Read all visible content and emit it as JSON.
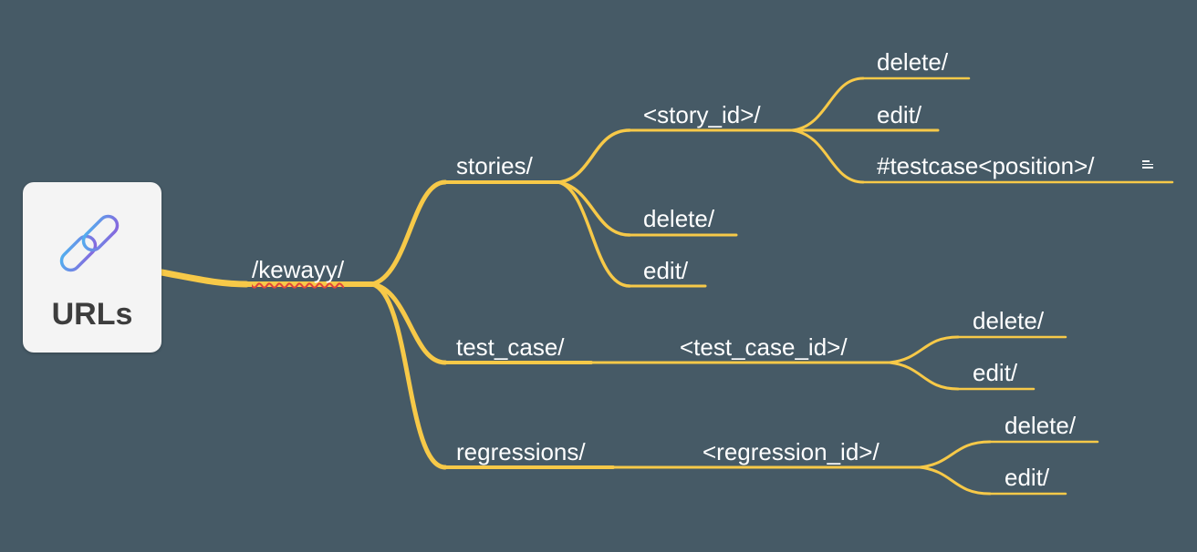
{
  "colors": {
    "background": "#465a66",
    "branch": "#f7c948",
    "root_card": "#f4f4f4",
    "root_text": "#3d3d3d",
    "node_text": "#ffffff",
    "spell_underline": "#e0443c"
  },
  "root": {
    "label": "URLs",
    "icon": "link-icon"
  },
  "nodes": {
    "keway": "/kewayy/",
    "stories": "stories/",
    "story_id": "<story_id>/",
    "story_id_delete": "delete/",
    "story_id_edit": "edit/",
    "story_id_testcase": "#testcase<position>/",
    "stories_delete": "delete/",
    "stories_edit": "edit/",
    "test_case": "test_case/",
    "test_case_id": "<test_case_id>/",
    "test_case_delete": "delete/",
    "test_case_edit": "edit/",
    "regressions": "regressions/",
    "regression_id": "<regression_id>/",
    "regression_delete": "delete/",
    "regression_edit": "edit/"
  },
  "note_icon": "note-icon"
}
